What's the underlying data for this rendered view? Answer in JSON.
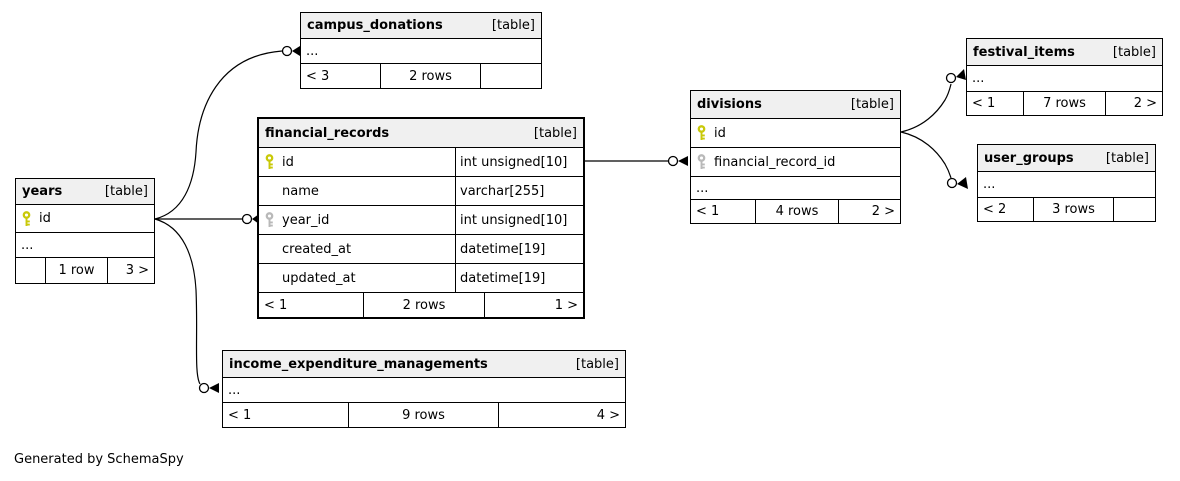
{
  "credit": "Generated by SchemaSpy",
  "colors": {
    "background": "#ffffff",
    "table_header_bg": "#f0f0f0",
    "border": "#000000",
    "primary_key": "#c9c909",
    "foreign_key": "#b9b9b9"
  },
  "tables": [
    {
      "name": "campus_donations",
      "tag": "[table]",
      "rows": [
        {
          "label": "..."
        }
      ],
      "footer": {
        "left": "< 3",
        "center": "2 rows",
        "right": ""
      }
    },
    {
      "name": "financial_records",
      "tag": "[table]",
      "emphasized": true,
      "rows": [
        {
          "key": "pk",
          "label": "id",
          "type": "int unsigned[10]"
        },
        {
          "key": "",
          "label": "name",
          "type": "varchar[255]"
        },
        {
          "key": "fk",
          "label": "year_id",
          "type": "int unsigned[10]"
        },
        {
          "key": "",
          "label": "created_at",
          "type": "datetime[19]"
        },
        {
          "key": "",
          "label": "updated_at",
          "type": "datetime[19]"
        }
      ],
      "footer": {
        "left": "< 1",
        "center": "2 rows",
        "right": "1 >"
      }
    },
    {
      "name": "years",
      "tag": "[table]",
      "rows": [
        {
          "key": "pk",
          "label": "id"
        },
        {
          "label": "..."
        }
      ],
      "footer": {
        "left": "",
        "center": "1 row",
        "right": "3 >"
      }
    },
    {
      "name": "divisions",
      "tag": "[table]",
      "rows": [
        {
          "key": "pk",
          "label": "id"
        },
        {
          "key": "fk",
          "label": "financial_record_id"
        },
        {
          "label": "..."
        }
      ],
      "footer": {
        "left": "< 1",
        "center": "4 rows",
        "right": "2 >"
      }
    },
    {
      "name": "festival_items",
      "tag": "[table]",
      "rows": [
        {
          "label": "..."
        }
      ],
      "footer": {
        "left": "< 1",
        "center": "7 rows",
        "right": "2 >"
      }
    },
    {
      "name": "user_groups",
      "tag": "[table]",
      "rows": [
        {
          "label": "..."
        }
      ],
      "footer": {
        "left": "< 2",
        "center": "3 rows",
        "right": ""
      }
    },
    {
      "name": "income_expenditure_managements",
      "tag": "[table]",
      "rows": [
        {
          "label": "..."
        }
      ],
      "footer": {
        "left": "< 1",
        "center": "9 rows",
        "right": "4 >"
      }
    }
  ],
  "relationships": [
    {
      "parent": "years",
      "child": "campus_donations"
    },
    {
      "parent": "years",
      "child": "financial_records.year_id"
    },
    {
      "parent": "years",
      "child": "income_expenditure_managements"
    },
    {
      "parent": "financial_records.id",
      "child": "divisions.financial_record_id"
    },
    {
      "parent": "divisions",
      "child": "festival_items"
    },
    {
      "parent": "divisions",
      "child": "user_groups"
    }
  ]
}
